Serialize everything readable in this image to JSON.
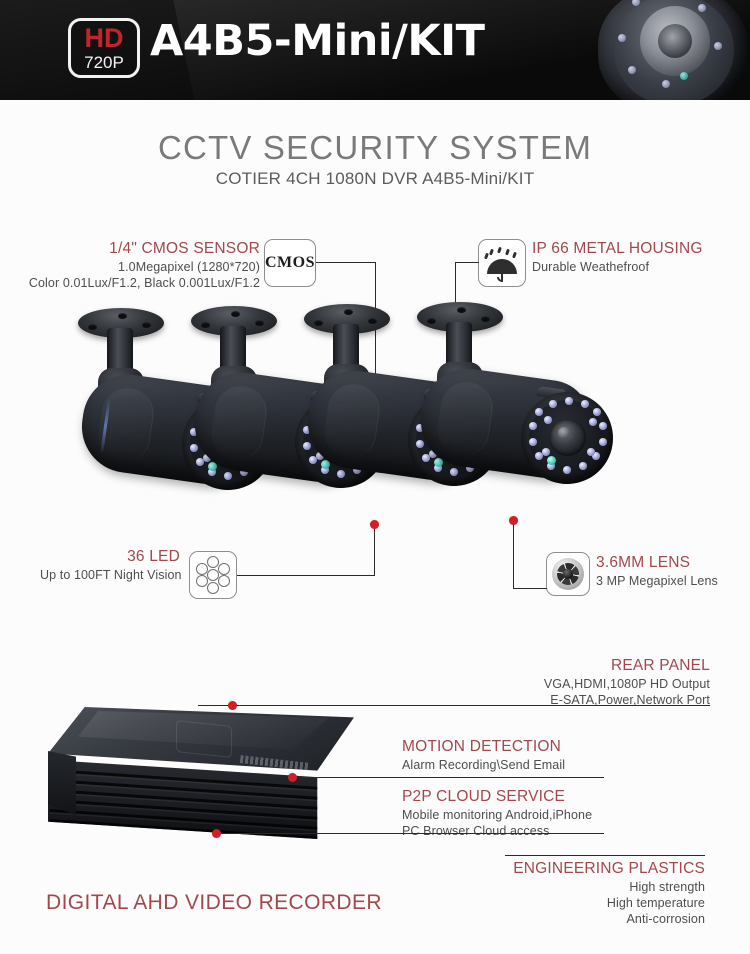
{
  "banner": {
    "badge_hd": "HD",
    "badge_res": "720P",
    "model_title": "A4B5-Mini/KIT",
    "camera_icon": "bullet-camera-lens-photo"
  },
  "header": {
    "title": "CCTV SECURITY SYSTEM",
    "subtitle": "COTIER 4CH 1080N DVR A4B5-Mini/KIT"
  },
  "callouts": {
    "cmos": {
      "heading": "1/4\" CMOS SENSOR",
      "line1": "1.0Megapixel (1280*720)",
      "line2": "Color 0.01Lux/F1.2, Black 0.001Lux/F1.2",
      "icon_label": "CMOS"
    },
    "housing": {
      "heading": "IP 66 METAL HOUSING",
      "line1": "Durable Weathefroof",
      "icon": "umbrella-rain-icon"
    },
    "led": {
      "heading": "36 LED",
      "line1": "Up to 100FT Night Vision",
      "icon": "led-cluster-icon"
    },
    "lens": {
      "heading": "3.6MM LENS",
      "line1": "3 MP Megapixel Lens",
      "icon": "camera-aperture-icon"
    },
    "rear_panel": {
      "heading": "REAR PANEL",
      "line1": "VGA,HDMI,1080P HD Output",
      "line2": "E-SATA,Power,Network Port"
    },
    "motion": {
      "heading": "MOTION DETECTION",
      "line1": "Alarm Recording\\Send Email"
    },
    "p2p": {
      "heading": "P2P CLOUD SERVICE",
      "line1": "Mobile monitoring Android,iPhone",
      "line2": "PC Browser Cloud access"
    },
    "plastics": {
      "heading": "ENGINEERING PLASTICS",
      "line1": "High strength",
      "line2": "High temperature",
      "line3": "Anti-corrosion"
    }
  },
  "products": {
    "dvr_label": "DIGITAL AHD VIDEO RECORDER",
    "camera_count": 4
  },
  "colors": {
    "heading_red": "#a2484c",
    "badge_red": "#c0252b",
    "dot_red": "#d21f26",
    "banner_black": "#0a0a0a",
    "body_text": "#4e4e4e",
    "title_gray": "#7a7a7a"
  }
}
